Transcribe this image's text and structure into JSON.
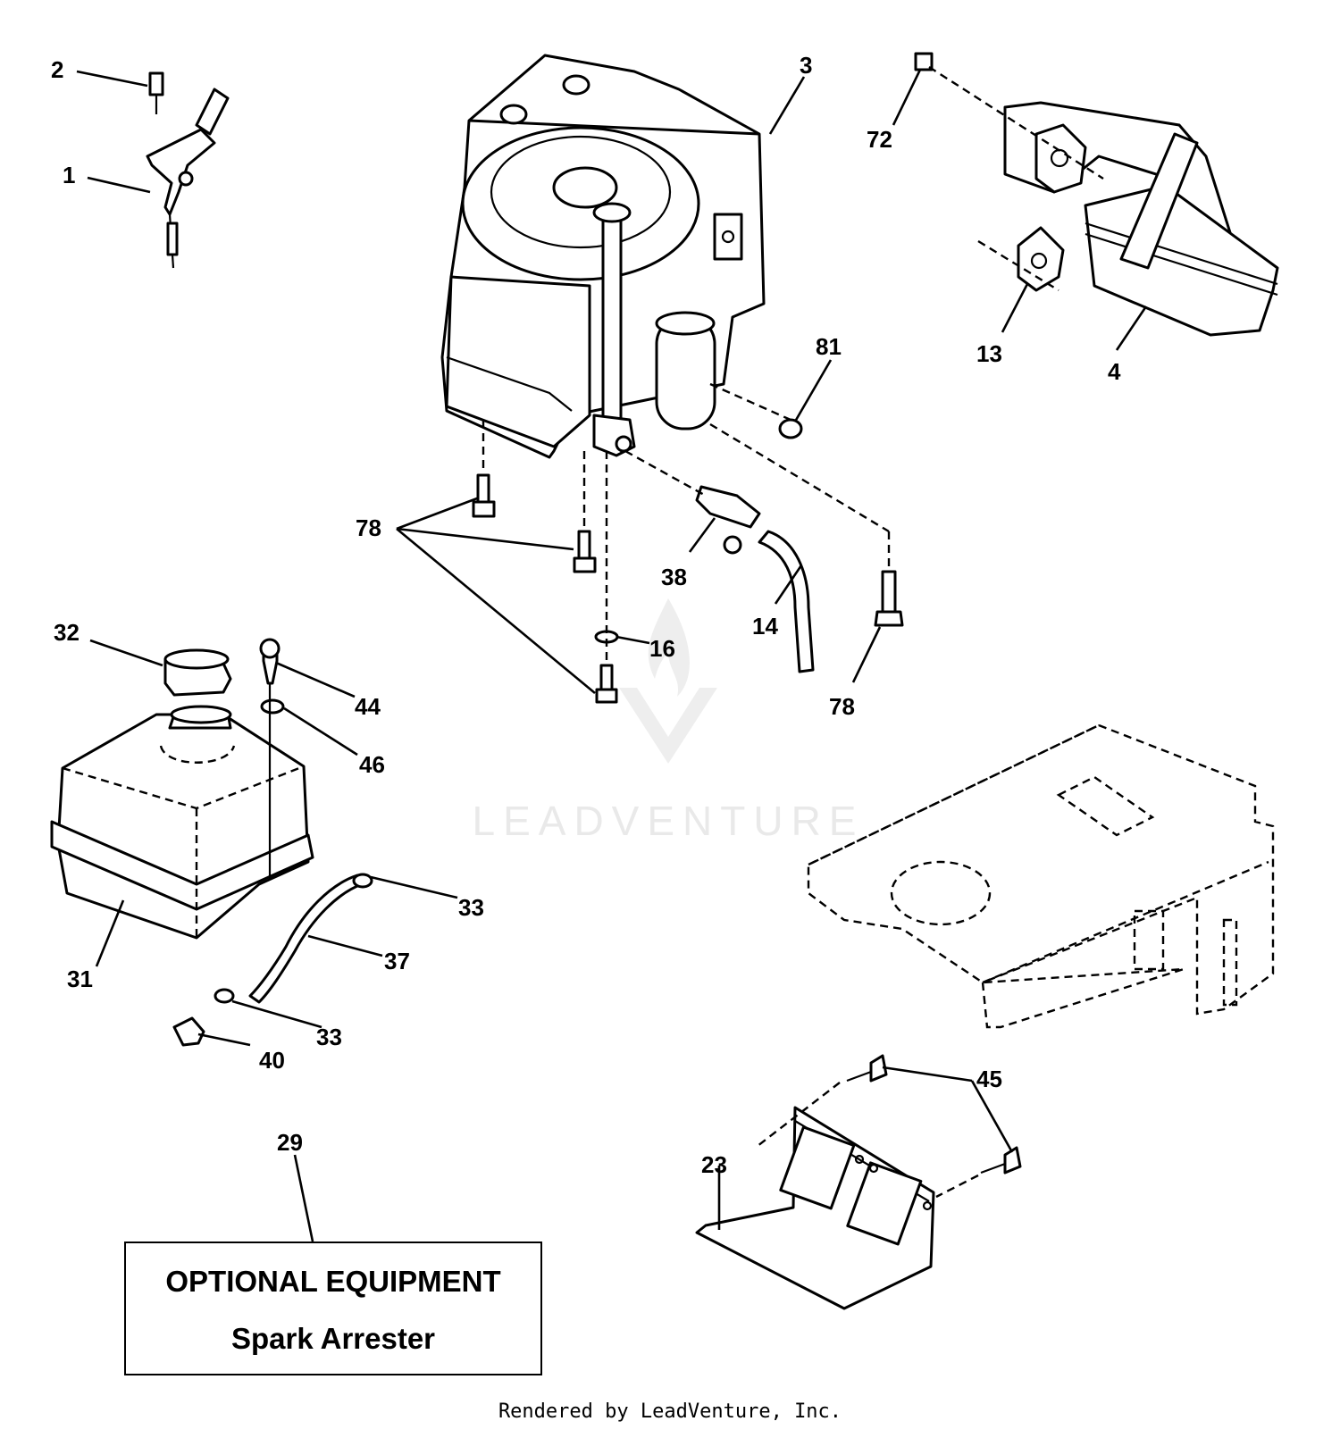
{
  "callouts": {
    "c1": "1",
    "c2": "2",
    "c3": "3",
    "c4": "4",
    "c13": "13",
    "c14": "14",
    "c16": "16",
    "c23": "23",
    "c29": "29",
    "c31": "31",
    "c32": "32",
    "c33a": "33",
    "c33b": "33",
    "c37": "37",
    "c38": "38",
    "c40": "40",
    "c44": "44",
    "c45": "45",
    "c46": "46",
    "c72": "72",
    "c78a": "78",
    "c78b": "78",
    "c81": "81"
  },
  "note": {
    "line1": "OPTIONAL EQUIPMENT",
    "line2": "Spark Arrester"
  },
  "watermark": {
    "text": "LEADVENTURE"
  },
  "footer": {
    "text": "Rendered by LeadVenture, Inc."
  }
}
